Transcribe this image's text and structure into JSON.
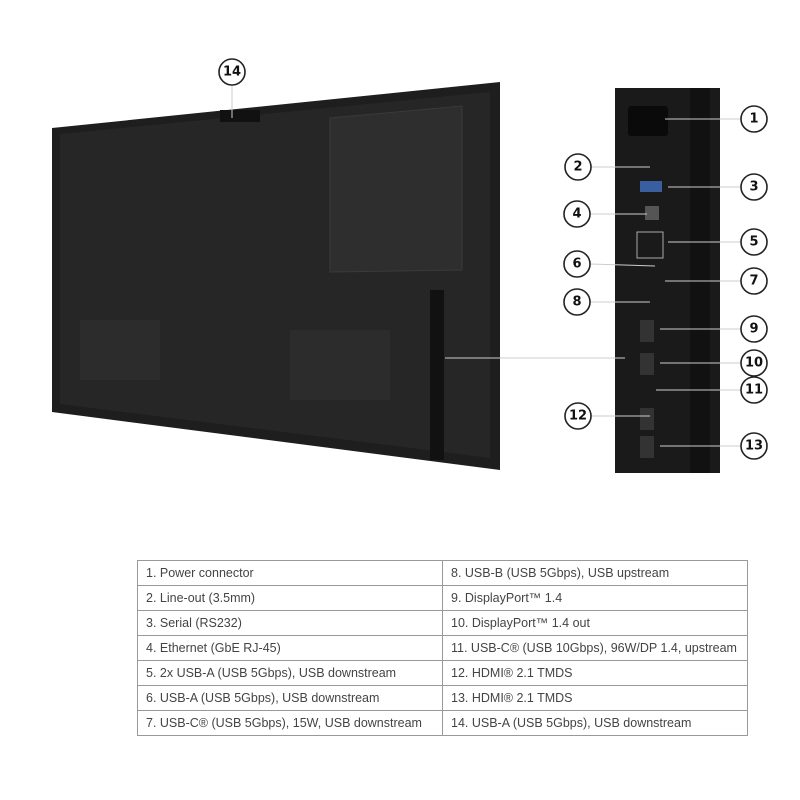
{
  "callouts": [
    "1",
    "2",
    "3",
    "4",
    "5",
    "6",
    "7",
    "8",
    "9",
    "10",
    "11",
    "12",
    "13",
    "14"
  ],
  "table": {
    "left": [
      "1.  Power connector",
      "2.  Line-out (3.5mm)",
      "3.  Serial (RS232)",
      "4.  Ethernet (GbE RJ-45)",
      "5.  2x USB-A (USB 5Gbps), USB downstream",
      "6.  USB-A (USB 5Gbps), USB downstream",
      "7.  USB-C® (USB 5Gbps), 15W, USB downstream"
    ],
    "right": [
      "8.  USB-B (USB 5Gbps), USB upstream",
      "9.  DisplayPort™ 1.4",
      "10. DisplayPort™ 1.4 out",
      "11.  USB-C® (USB 10Gbps), 96W/DP 1.4, upstream",
      "12. HDMI® 2.1 TMDS",
      "13. HDMI® 2.1 TMDS",
      "14. USB-A (USB 5Gbps), USB downstream"
    ]
  }
}
